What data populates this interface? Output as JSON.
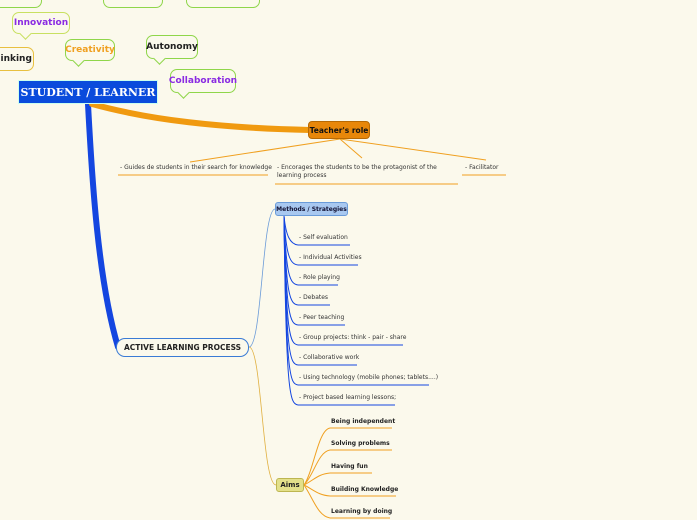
{
  "central": {
    "label": "STUDENT / LEARNER"
  },
  "top_bubbles": {
    "innovation": "Innovation",
    "thinking": "hinking",
    "creativity": "Creativity",
    "autonomy": "Autonomy",
    "collaboration": "Collaboration"
  },
  "teacher_role": {
    "label": "Teacher's role",
    "items": [
      "- Guides de students in their search for knowledge",
      "- Encorages the students to be the protagonist of the learning process",
      "- Facilitator"
    ]
  },
  "active_learning": {
    "label": "ACTIVE LEARNING PROCESS",
    "methods": {
      "label": "Methods / Strategies",
      "items": [
        "- Self evaluation",
        "- Individual Activities",
        "- Role playing",
        "- Debates",
        "- Peer teaching",
        "- Group projects: think - pair - share",
        "- Collaborative work",
        "- Using technology (mobile phones; tablets....)",
        "- Project based learning lessons;"
      ]
    },
    "aims": {
      "label": "Aims",
      "items": [
        "Being independent",
        "Solving problems",
        "Having fun",
        "Building Knowledge",
        "Learning by doing"
      ]
    }
  },
  "colors": {
    "central": "#0a4bdc",
    "teacher": "#e8870a",
    "methods": "#a8c8f0",
    "aims": "#e3e08a",
    "blue_line": "#1446e0",
    "orange_line": "#f0a020"
  }
}
